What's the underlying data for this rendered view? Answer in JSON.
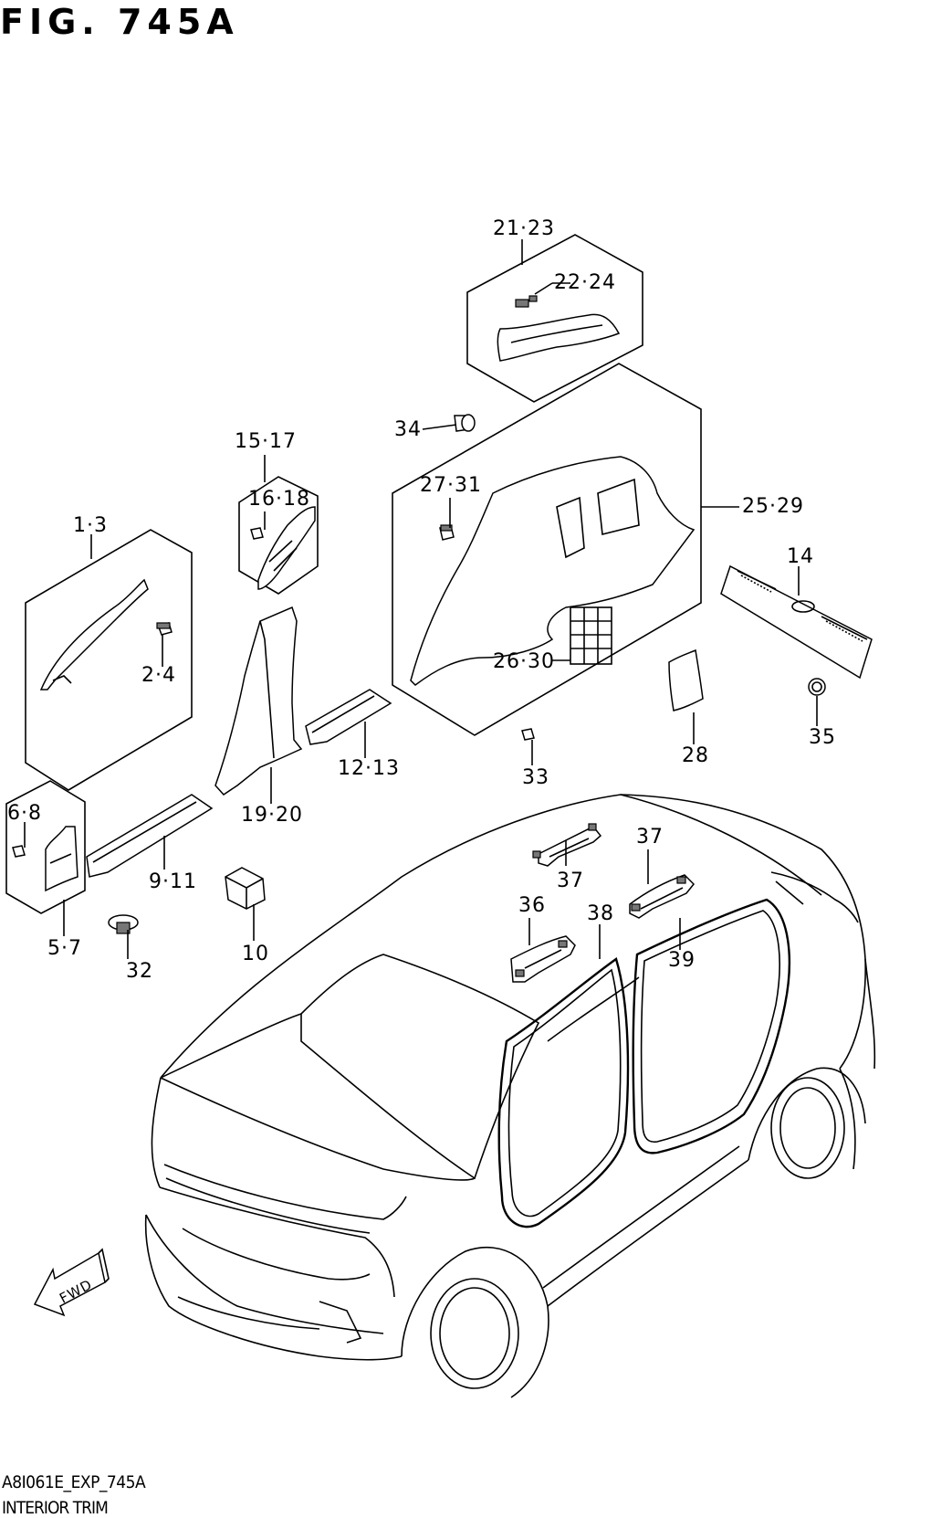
{
  "figure": {
    "title": "FIG. 745A",
    "code": "A8I061E_EXP_745A",
    "name": "INTERIOR TRIM",
    "fwd_label": "FWD"
  },
  "callouts": {
    "c1_3": "1·3",
    "c2_4": "2·4",
    "c5_7": "5·7",
    "c6_8": "6·8",
    "c9_11": "9·11",
    "c10": "10",
    "c12_13": "12·13",
    "c14": "14",
    "c15_17": "15·17",
    "c16_18": "16·18",
    "c19_20": "19·20",
    "c21_23": "21·23",
    "c22_24": "22·24",
    "c25_29": "25·29",
    "c26_30": "26·30",
    "c27_31": "27·31",
    "c28": "28",
    "c32": "32",
    "c33": "33",
    "c34": "34",
    "c35": "35",
    "c36": "36",
    "c37a": "37",
    "c37b": "37",
    "c38": "38",
    "c39": "39"
  }
}
